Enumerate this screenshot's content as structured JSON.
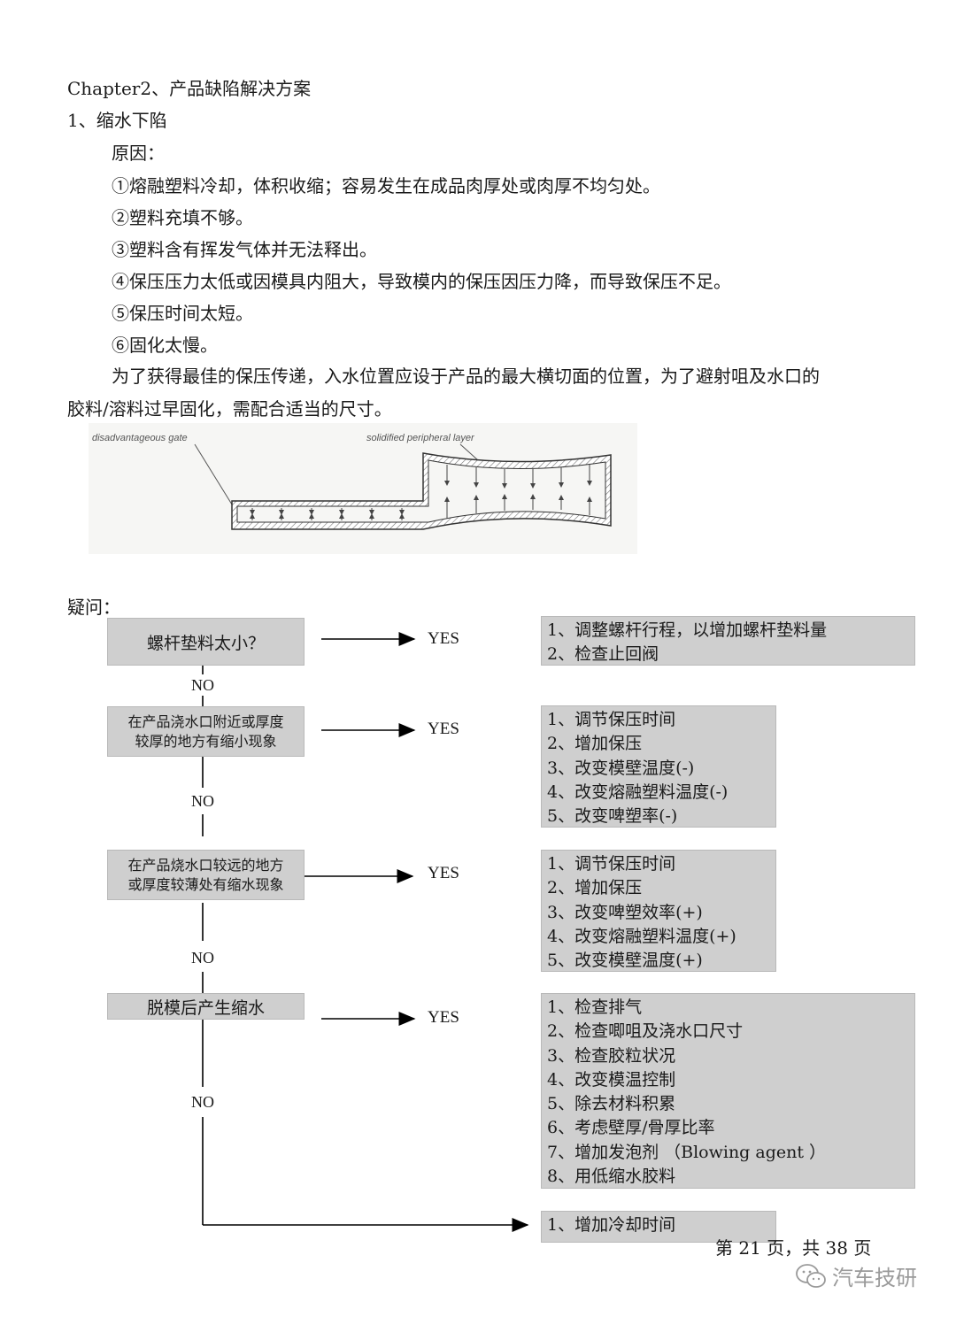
{
  "header": {
    "chapter_title": "Chapter2、产品缺陷解决方案",
    "section_title": "1、缩水下陷"
  },
  "causes": {
    "heading": "原因：",
    "items": [
      "①熔融塑料冷却，体积收缩；容易发生在成品肉厚处或肉厚不均匀处。",
      "②塑料充填不够。",
      "③塑料含有挥发气体并无法释出。",
      "④保压压力太低或因模具内阻大，导致模内的保压因压力降，而导致保压不足。",
      "⑤保压时间太短。",
      "⑥固化太慢。"
    ],
    "paragraph_line1": "为了获得最佳的保压传递，入水位置应设于产品的最大横切面的位置，为了避射咀及水口的",
    "paragraph_line2": "胶料/溶料过早固化，需配合适当的尺寸。"
  },
  "diagram": {
    "label_gate": "disadvantageous gate",
    "label_layer": "solidified peripheral layer"
  },
  "flow": {
    "heading": "疑问：",
    "yes_label": "YES",
    "no_label": "NO",
    "questions": [
      {
        "lines": [
          "螺杆垫料太小？"
        ]
      },
      {
        "lines": [
          "在产品浇水口附近或厚度",
          "较厚的地方有缩小现象"
        ]
      },
      {
        "lines": [
          "在产品烧水口较远的地方",
          "或厚度较薄处有缩水现象"
        ]
      },
      {
        "lines": [
          "脱模后产生缩水"
        ]
      }
    ],
    "answers": [
      [
        "1、调整螺杆行程，以增加螺杆垫料量",
        "2、检查止回阀"
      ],
      [
        "1、调节保压时间",
        "2、增加保压",
        "3、改变模壁温度(-)",
        "4、改变熔融塑料温度(-)",
        "5、改变啤塑率(-)"
      ],
      [
        "1、调节保压时间",
        "2、增加保压",
        "3、改变啤塑效率(+)",
        "4、改变熔融塑料温度(+)",
        "5、改变模壁温度(+)"
      ],
      [
        "1、检查排气",
        "2、检查唧咀及浇水口尺寸",
        "3、检查胶粒状况",
        "4、改变模温控制",
        "5、除去材料积累",
        "6、考虑壁厚/骨厚比率",
        "7、增加发泡剂 （Blowing agent ）",
        "8、用低缩水胶料"
      ]
    ],
    "final_answer": "1、增加冷却时间"
  },
  "footer": {
    "page_info": "第 21 页，共 38 页",
    "watermark": "汽车技研"
  }
}
